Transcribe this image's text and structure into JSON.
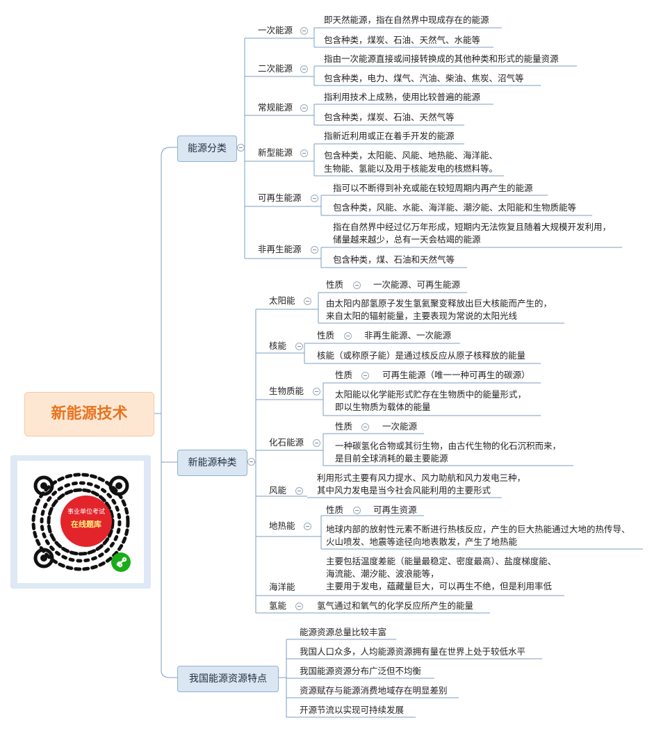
{
  "root": {
    "title": "新能源技术"
  },
  "qr": {
    "line1": "事业单位考试",
    "line2": "在线题库"
  },
  "sections": {
    "classification": {
      "title": "能源分类",
      "items": [
        {
          "label": "一次能源",
          "details": [
            "即天然能源，指在自然界中现成存在的能源",
            "包含种类，煤炭、石油、天然气、水能等"
          ]
        },
        {
          "label": "二次能源",
          "details": [
            "指由一次能源直接或间接转换成的其他种类和形式的能量资源",
            "包含种类，电力、煤气、汽油、柴油、焦炭、沼气等"
          ]
        },
        {
          "label": "常规能源",
          "details": [
            "指利用技术上成熟，使用比较普遍的能源",
            "包含种类，煤炭、石油、天然气等"
          ]
        },
        {
          "label": "新型能源",
          "details": [
            "指新近利用或正在着手开发的能源",
            "包含种类，太阳能、风能、地热能、海洋能、",
            "生物能、氢能以及用于核能发电的核燃料等。"
          ]
        },
        {
          "label": "可再生能源",
          "details": [
            "指可以不断得到补充或能在较短周期内再产生的能源",
            "包含种类，风能、水能、海洋能、潮汐能、太阳能和生物质能等"
          ]
        },
        {
          "label": "非再生能源",
          "details": [
            "指在自然界中经过亿万年形成，短期内无法恢复且随着大规模开发利用，",
            "储量越来越少，总有一天会枯竭的能源",
            "包含种类，煤、石油和天然气等"
          ]
        }
      ]
    },
    "types": {
      "title": "新能源种类",
      "items": [
        {
          "label": "太阳能",
          "prop_label": "性质",
          "prop_value": "一次能源、可再生能源",
          "desc": [
            "由太阳内部氢原子发生氢氦聚变释放出巨大核能而产生的，",
            "来自太阳的辐射能量，主要表现为常说的太阳光线"
          ]
        },
        {
          "label": "核能",
          "prop_label": "性质",
          "prop_value": "非再生能源、一次能源",
          "desc": [
            "核能（或称原子能）是通过核反应从原子核释放的能量"
          ]
        },
        {
          "label": "生物质能",
          "prop_label": "性质",
          "prop_value": "可再生能源（唯一一种可再生的碳源）",
          "desc": [
            "太阳能以化学能形式贮存在生物质中的能量形式，",
            "即以生物质为载体的能量"
          ]
        },
        {
          "label": "化石能源",
          "prop_label": "性质",
          "prop_value": "一次能源",
          "desc": [
            "一种碳氢化合物或其衍生物，由古代生物的化石沉积而来，",
            "是目前全球消耗的最主要能源"
          ]
        },
        {
          "label": "风能",
          "desc": [
            "利用形式主要有风力提水、风力助航和风力发电三种，",
            "其中风力发电是当今社会风能利用的主要形式"
          ]
        },
        {
          "label": "地热能",
          "prop_label": "性质",
          "prop_value": "可再生资源",
          "desc": [
            "地球内部的放射性元素不断进行热核反应，产生的巨大热能通过大地的热传导、",
            "火山喷发、地震等途径向地表散发，产生了地热能"
          ]
        },
        {
          "label": "海洋能",
          "desc": [
            "主要包括温度差能（能量最稳定、密度最高）、盐度梯度能、",
            "海流能、潮汐能、波浪能等，",
            "主要用于发电，蕴藏量巨大，可以再生不绝，但是利用率低"
          ]
        },
        {
          "label": "氢能",
          "desc": [
            "氢气通过和氧气的化学反应所产生的能量"
          ]
        }
      ]
    },
    "features": {
      "title": "我国能源资源特点",
      "items": [
        "能源资源总量比较丰富",
        "我国人口众多，人均能源资源拥有量在世界上处于较低水平",
        "我国能源资源分布广泛但不均衡",
        "资源赋存与能源消费地域存在明显差别",
        "开源节流以实现可持续发展"
      ]
    }
  }
}
